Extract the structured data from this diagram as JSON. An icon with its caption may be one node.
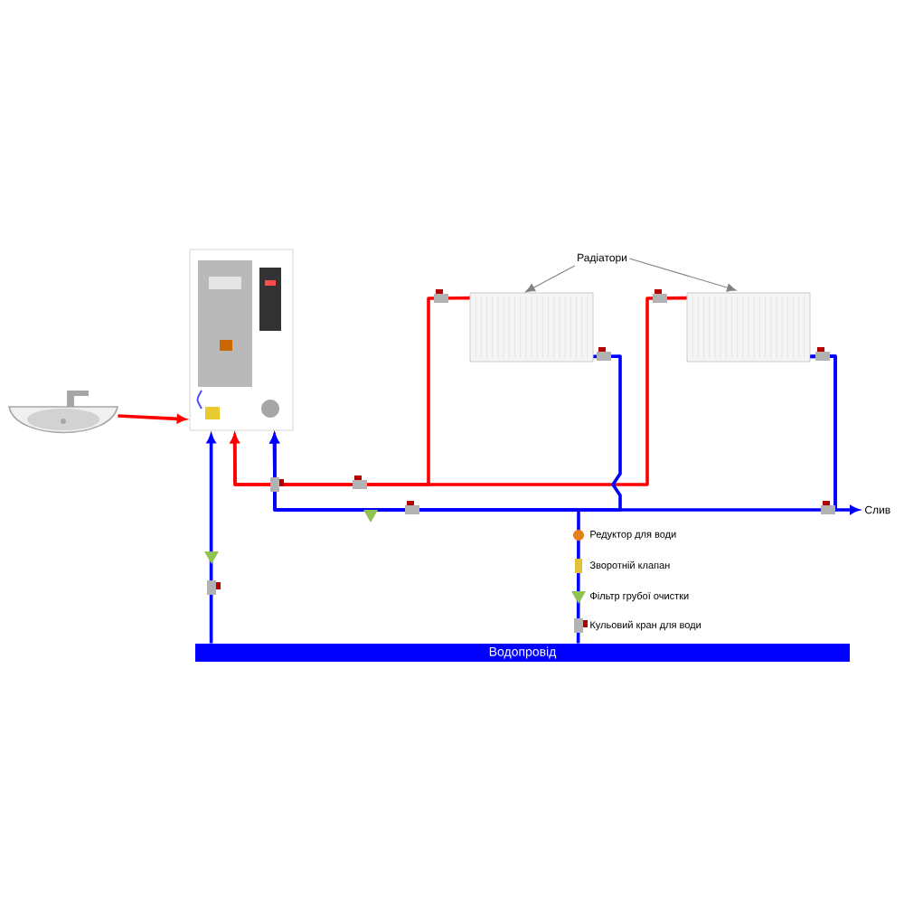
{
  "diagram": {
    "nodes": [
      {
        "text": [],
        "shape": "picture"
      },
      {
        "text": [],
        "shape": "picture"
      },
      {
        "text": [],
        "shape": "box"
      },
      {
        "text": [],
        "shape": "box"
      },
      {
        "text": [
          "Радіатори"
        ]
      },
      {
        "text": [
          "Слив"
        ]
      },
      {
        "text": [
          "Водопровід"
        ]
      }
    ],
    "edges": [
      {
        "from": 1,
        "to": 0,
        "arrow": "to",
        "color": "#ff0000"
      },
      {
        "from": 6,
        "to": 0,
        "arrow": "to",
        "color": "#0000ff"
      },
      {
        "from": 2,
        "to": 0,
        "arrow": "to",
        "color": "#ff0000"
      },
      {
        "from": 3,
        "to": 0,
        "arrow": "to",
        "color": "#ff0000"
      },
      {
        "from": 2,
        "to": 0,
        "arrow": "to",
        "color": "#0000ff"
      },
      {
        "from": 3,
        "to": 0,
        "arrow": "to",
        "color": "#0000ff"
      },
      {
        "from": 3,
        "to": 5,
        "arrow": "to",
        "color": "#0000ff"
      },
      {
        "from": 6,
        "to": 0,
        "arrow": "to",
        "color": "#0000ff"
      },
      {
        "from": 4,
        "to": 2,
        "arrow": "to",
        "color": "#808080"
      },
      {
        "from": 4,
        "to": 3,
        "arrow": "to",
        "color": "#808080"
      }
    ],
    "labels": [
      "Редуктор для води",
      "Зворотній  клапан",
      "Фільтр грубої очистки",
      "Кульовий  кран для води"
    ]
  }
}
